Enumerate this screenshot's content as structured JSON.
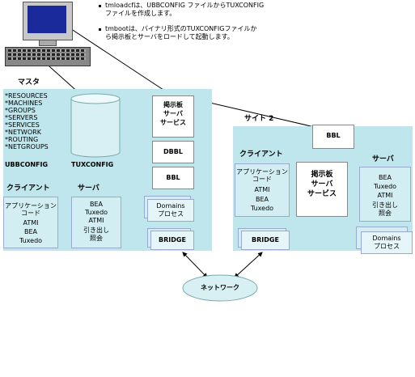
{
  "notes": {
    "line1": "tmloadcfは、UBBCONFIG ファイルからTUXCONFIG",
    "line2": "ファイルを作成します。",
    "line3": "tmbootは、バイナリ形式のTUXCONFIGファイルか",
    "line4": "ら掲示板とサーバをロードして起動します。"
  },
  "master": {
    "title": "マスタ",
    "config_sections": [
      "*RESOURCES",
      "*MACHINES",
      "*GROUPS",
      "*SERVERS",
      "*SERVICES",
      "*NETWORK",
      "*ROUTING",
      "*NETGROUPS"
    ],
    "ubbconfig_label": "UBBCONFIG",
    "tuxconfig_label": "TUXCONFIG",
    "bulletin": [
      "掲示板",
      "サーバ",
      "サービス"
    ],
    "dbbl": "DBBL",
    "bbl": "BBL",
    "client_title": "クライアント",
    "client_lines": [
      "アプリケーション",
      "コード",
      "ATMI",
      "BEA",
      "Tuxedo"
    ],
    "server_title": "サーバ",
    "server_lines": [
      "BEA",
      "Tuxedo",
      "ATMI",
      "引き出し",
      "照会"
    ],
    "domains_lines": [
      "Domains",
      "プロセス"
    ],
    "bridge": "BRIDGE"
  },
  "site2": {
    "title": "サイト 2",
    "bbl": "BBL",
    "client_title": "クライアント",
    "client_lines": [
      "アプリケーション",
      "コード",
      "ATMI",
      "BEA",
      "Tuxedo"
    ],
    "bulletin": [
      "掲示板",
      "サーバ",
      "サービス"
    ],
    "server_title": "サーバ",
    "server_lines": [
      "BEA",
      "Tuxedo",
      "ATMI",
      "引き出し",
      "照会"
    ],
    "domains_lines": [
      "Domains",
      "プロセス"
    ],
    "bridge": "BRIDGE"
  },
  "network_label": "ネットワーク",
  "colors": {
    "panel": "#bfe6ec",
    "stack": "#d2eef2",
    "screen": "#1a2a9a",
    "line": "#000000"
  }
}
